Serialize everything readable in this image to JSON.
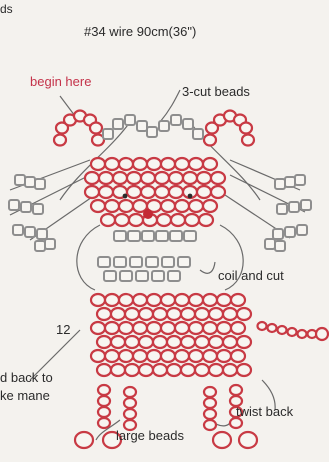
{
  "header": {
    "corner_text": "ds",
    "wire_spec": "#34 wire 90cm(36\")"
  },
  "labels": {
    "begin_here": "begin here",
    "three_cut_beads": "3-cut beads",
    "coil_and_cut": "coil and cut",
    "step_number": "12",
    "back_to_make_mane_line1": "d back to",
    "back_to_make_mane_line2": "ke mane",
    "twist_back": "twist back",
    "large_beads": "large beads"
  },
  "colors": {
    "bead_red": "#c83a44",
    "bead_grey": "#8e8e8e",
    "wire": "#6a6a6a",
    "accent_text": "#c4334a"
  }
}
